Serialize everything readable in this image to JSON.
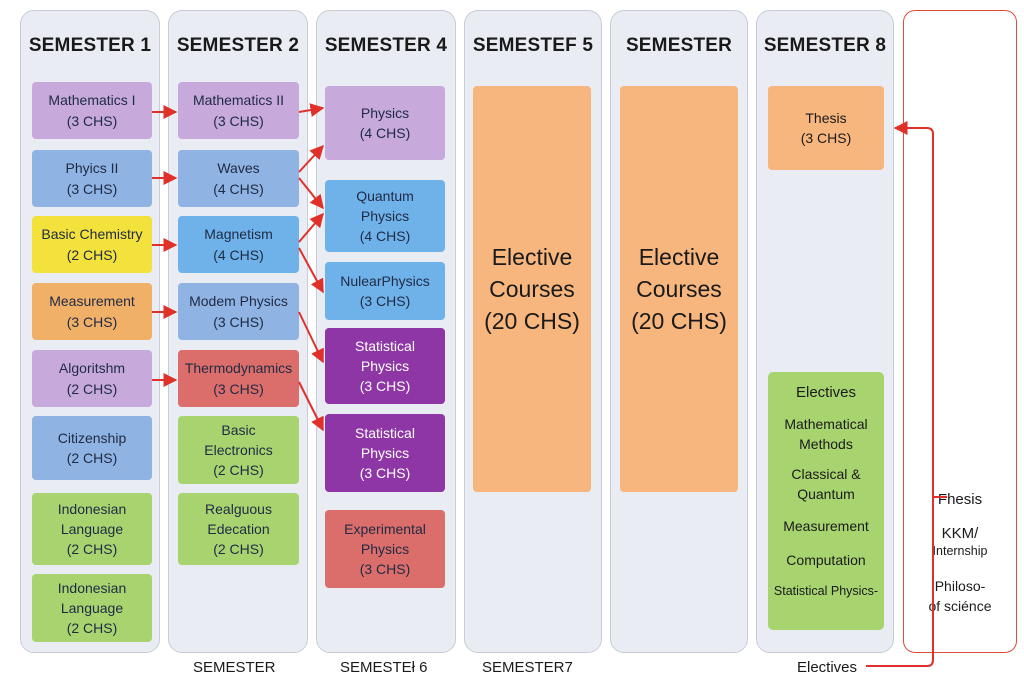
{
  "colors": {
    "arrow": "#e0302a",
    "border": "#c7ccd6",
    "column_bg": "#e9edf3"
  },
  "columns": [
    {
      "title": "SEMESTER 1"
    },
    {
      "title": "SEMESTER 2"
    },
    {
      "title": "SEMESTER 4"
    },
    {
      "title": "SEMESTEF 5"
    },
    {
      "title": "SEMESTER"
    },
    {
      "title": "SEMESTER 8"
    }
  ],
  "sem1": [
    {
      "name": "Mathematics I",
      "credits": "(3 CHS)"
    },
    {
      "name": "Phyics II",
      "credits": "(3 CHS)"
    },
    {
      "name": "Basic Chemistry",
      "credits": "(2 CHS)"
    },
    {
      "name": "Measurement",
      "credits": "(3 CHS)"
    },
    {
      "name": "Algoritshm",
      "credits": "(2 CHS)"
    },
    {
      "name": "Citizenship",
      "credits": "(2 CHS)"
    },
    {
      "name": "Indonesian\nLanguage",
      "credits": "(2 CHS)"
    },
    {
      "name": "Indonesian\nLanguage",
      "credits": "(2 CHS)"
    }
  ],
  "sem2": [
    {
      "name": "Mathematics II",
      "credits": "(3 CHS)"
    },
    {
      "name": "Waves",
      "credits": "(4 CHS)"
    },
    {
      "name": "Magnetism",
      "credits": "(4 CHS)"
    },
    {
      "name": "Modem Physics",
      "credits": "(3 CHS)"
    },
    {
      "name": "Thermodynamics",
      "credits": "(3 CHS)"
    },
    {
      "name": "Basic\nElectronics",
      "credits": "(2 CHS)"
    },
    {
      "name": "Realguous\nEdecation",
      "credits": "(2 CHS)"
    }
  ],
  "sem4": [
    {
      "name": "Physics",
      "credits": "(4 CHS)"
    },
    {
      "name": "Quantum\nPhysics",
      "credits": "(4 CHS)"
    },
    {
      "name": "NulearPhysics",
      "credits": "(3 CHS)"
    },
    {
      "name": "Statistical\nPhysics",
      "credits": "(3 CHS)"
    },
    {
      "name": "Statistical\nPhysics",
      "credits": "(3 CHS)"
    },
    {
      "name": "Experimental\nPhysics",
      "credits": "(3 CHS)"
    }
  ],
  "elective5": "Elective\nCourses\n(20 CHS)",
  "elective6": "Elective\nCourses\n(20 CHS)",
  "thesis": {
    "name": "Thesis",
    "credits": "(3 CHS)"
  },
  "electives_box": {
    "title": "Electives",
    "items": [
      "Mathematical\nMethods",
      "Classical &\nQuantum",
      "Measurement",
      "Computation",
      "Statistical Physics-"
    ]
  },
  "side": {
    "thesis": "Fhesis",
    "kkm": "KKM/",
    "internship": "Internship",
    "philo": "Philoso-\nof sciénce"
  },
  "footer": {
    "f1": "SEMESTER",
    "f2": "SEMESTEł 6",
    "f3": "SEMESTER7",
    "f4": "Electives"
  }
}
